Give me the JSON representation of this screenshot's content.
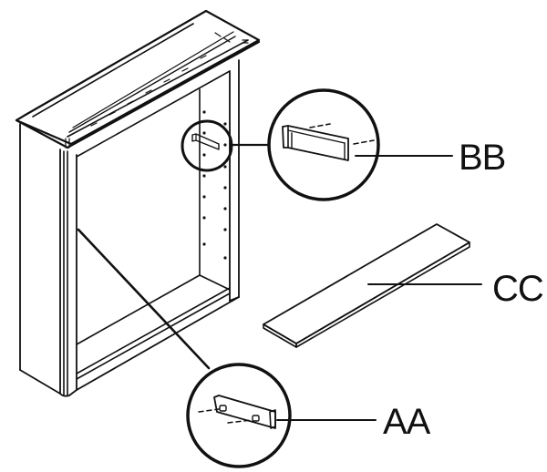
{
  "diagram": {
    "type": "assembly-instruction",
    "colors": {
      "ink": "#111111",
      "paper": "#ffffff"
    },
    "parts": [
      {
        "id": "bb",
        "label": "BB",
        "depicts": "shelf-support-clip"
      },
      {
        "id": "cc",
        "label": "CC",
        "depicts": "shelf-panel"
      },
      {
        "id": "aa",
        "label": "AA",
        "depicts": "wall-bracket"
      }
    ]
  }
}
